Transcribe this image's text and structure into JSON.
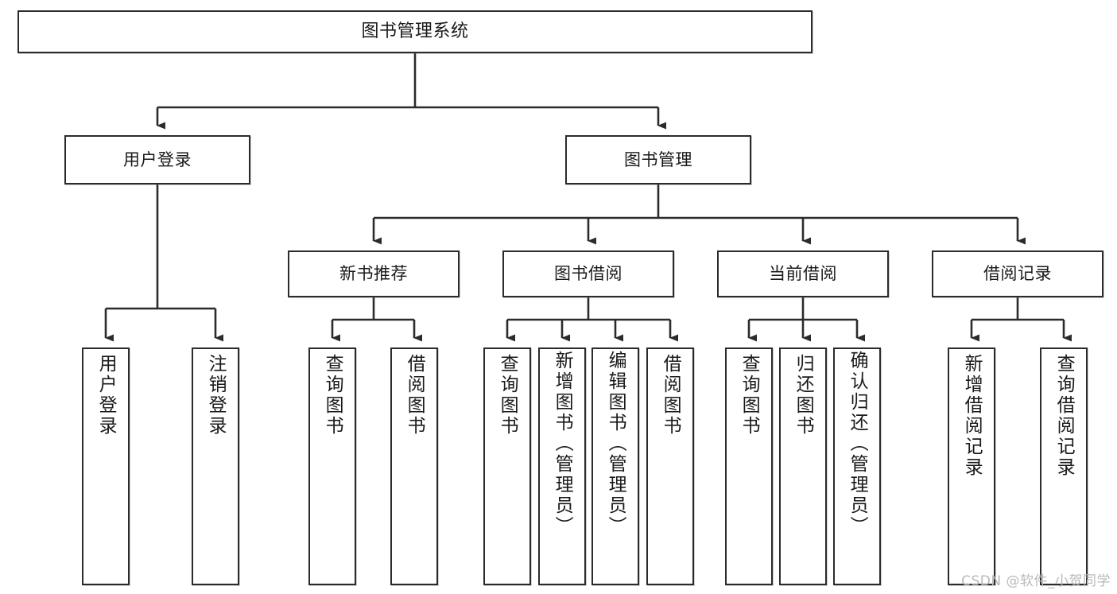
{
  "diagram": {
    "title": "图书管理系统",
    "type": "tree",
    "watermark": "CSDN @软件_小贺同学",
    "colors": {
      "stroke": "#2b2b2b",
      "fill": "#ffffff",
      "text": "#1a1a1a",
      "watermark": "#b9b9b9"
    },
    "nodes": {
      "root": {
        "label": "图书管理系统"
      },
      "level2": [
        {
          "id": "user-login",
          "label": "用户登录"
        },
        {
          "id": "book-manage",
          "label": "图书管理"
        }
      ],
      "level3": [
        {
          "id": "new-book-rec",
          "label": "新书推荐"
        },
        {
          "id": "book-borrow",
          "label": "图书借阅"
        },
        {
          "id": "current-borrow",
          "label": "当前借阅"
        },
        {
          "id": "borrow-record",
          "label": "借阅记录"
        }
      ],
      "leaves": {
        "user-login": [
          {
            "id": "leaf-user-login",
            "label": "用户登录"
          },
          {
            "id": "leaf-user-logout",
            "label": "注销登录"
          }
        ],
        "new-book-rec": [
          {
            "id": "leaf-query-book-1",
            "label": "查询图书"
          },
          {
            "id": "leaf-borrow-book-1",
            "label": "借阅图书"
          }
        ],
        "book-borrow": [
          {
            "id": "leaf-query-book-2",
            "label": "查询图书"
          },
          {
            "id": "leaf-add-book",
            "label": "新增图书（管理员）"
          },
          {
            "id": "leaf-edit-book",
            "label": "编辑图书（管理员）"
          },
          {
            "id": "leaf-borrow-book-2",
            "label": "借阅图书"
          }
        ],
        "current-borrow": [
          {
            "id": "leaf-query-book-3",
            "label": "查询图书"
          },
          {
            "id": "leaf-return-book",
            "label": "归还图书"
          },
          {
            "id": "leaf-confirm-return",
            "label": "确认归还（管理员）"
          }
        ],
        "borrow-record": [
          {
            "id": "leaf-add-record",
            "label": "新增借阅记录"
          },
          {
            "id": "leaf-query-record",
            "label": "查询借阅记录"
          }
        ]
      }
    }
  }
}
